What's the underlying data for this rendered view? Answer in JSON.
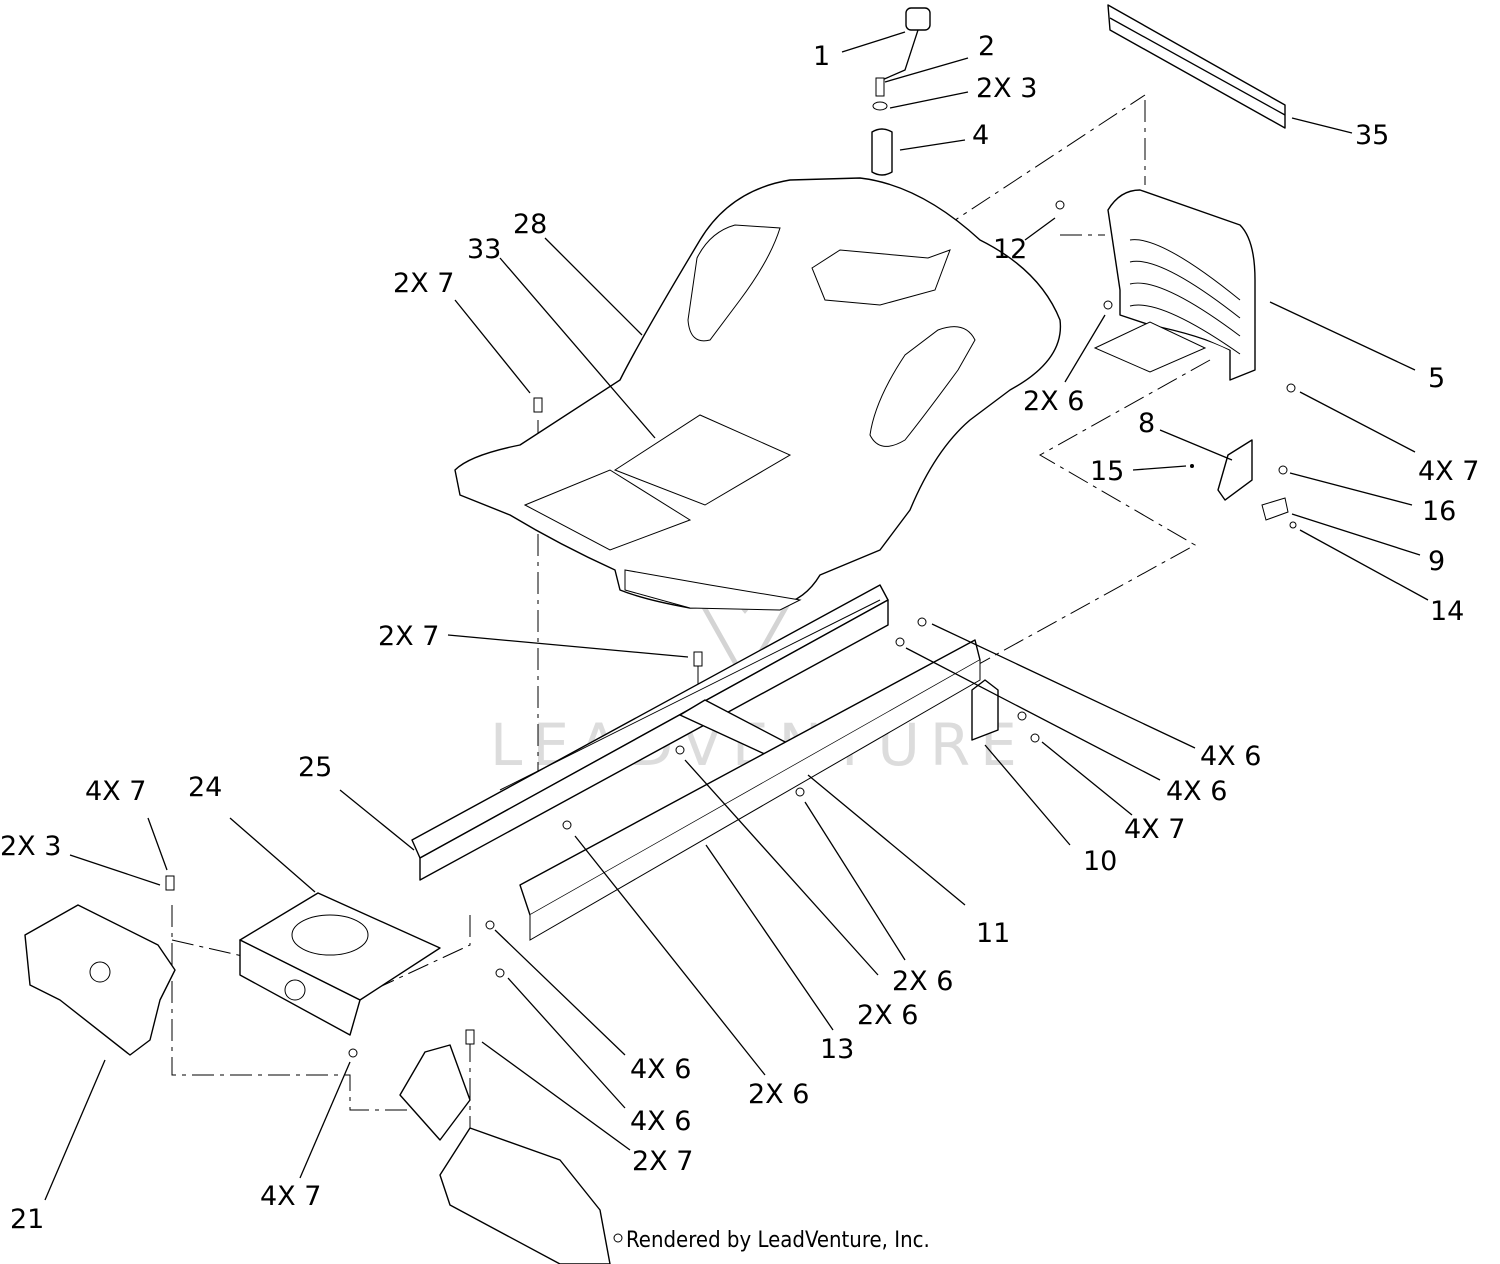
{
  "watermark": "LEADVENTURE",
  "credit": "Rendered by LeadVenture, Inc.",
  "callouts": [
    {
      "id": "c1",
      "text": "1"
    },
    {
      "id": "c2",
      "text": "2"
    },
    {
      "id": "c3",
      "text": "2X 3"
    },
    {
      "id": "c4",
      "text": "4"
    },
    {
      "id": "c35",
      "text": "35"
    },
    {
      "id": "c28",
      "text": "28"
    },
    {
      "id": "c33",
      "text": "33"
    },
    {
      "id": "c7a",
      "text": "2X 7"
    },
    {
      "id": "c12",
      "text": "12"
    },
    {
      "id": "c5",
      "text": "5"
    },
    {
      "id": "c6a",
      "text": "2X 6"
    },
    {
      "id": "c7b",
      "text": "4X 7"
    },
    {
      "id": "c8",
      "text": "8"
    },
    {
      "id": "c15",
      "text": "15"
    },
    {
      "id": "c16",
      "text": "16"
    },
    {
      "id": "c9",
      "text": "9"
    },
    {
      "id": "c14",
      "text": "14"
    },
    {
      "id": "c7c",
      "text": "2X 7"
    },
    {
      "id": "c6b",
      "text": "4X 6"
    },
    {
      "id": "c6c",
      "text": "4X 6"
    },
    {
      "id": "c7d",
      "text": "4X 7"
    },
    {
      "id": "c10",
      "text": "10"
    },
    {
      "id": "c11",
      "text": "11"
    },
    {
      "id": "c25",
      "text": "25"
    },
    {
      "id": "c7e",
      "text": "4X 7"
    },
    {
      "id": "c24",
      "text": "24"
    },
    {
      "id": "c3b",
      "text": "2X 3"
    },
    {
      "id": "c6d",
      "text": "2X 6"
    },
    {
      "id": "c6e",
      "text": "2X 6"
    },
    {
      "id": "c13",
      "text": "13"
    },
    {
      "id": "c6f",
      "text": "4X 6"
    },
    {
      "id": "c6g",
      "text": "4X 6"
    },
    {
      "id": "c6h",
      "text": "2X 6"
    },
    {
      "id": "c7f",
      "text": "2X 7"
    },
    {
      "id": "c21",
      "text": "21"
    },
    {
      "id": "c7g",
      "text": "4X 7"
    }
  ]
}
